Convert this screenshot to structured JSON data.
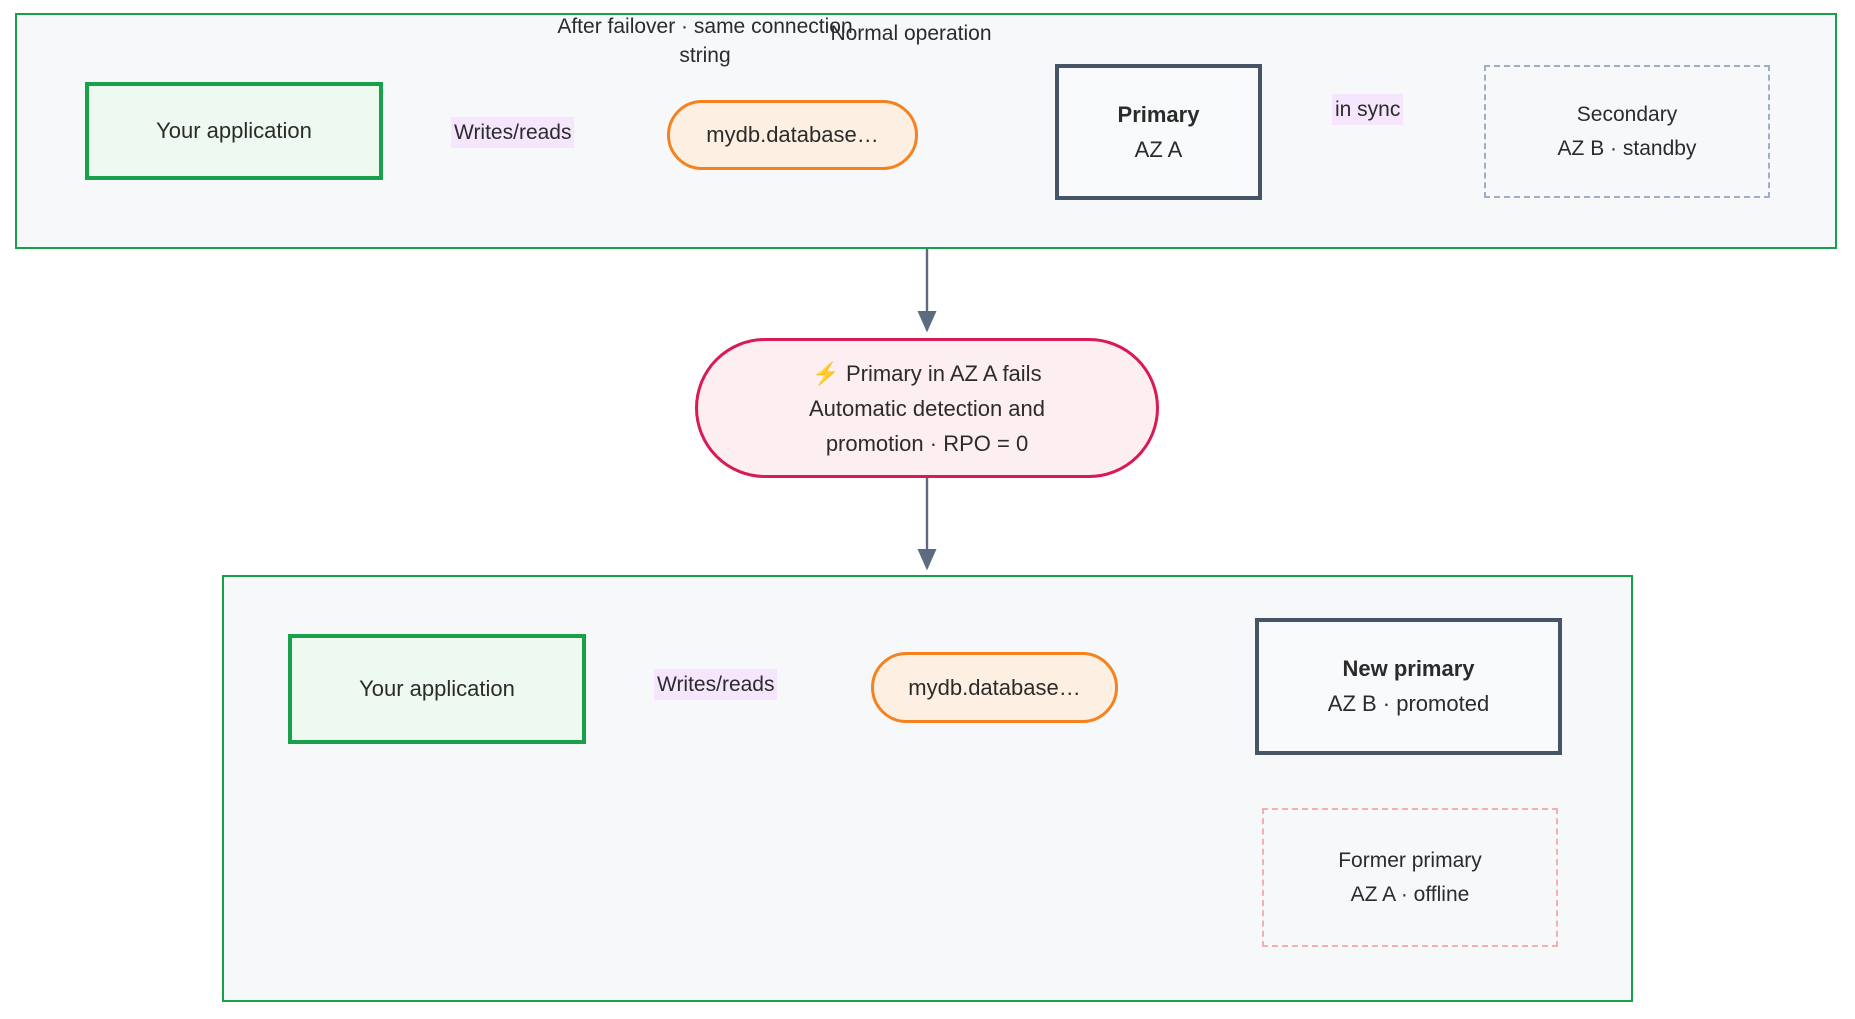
{
  "diagram": {
    "type": "flowchart",
    "title_visible": false
  },
  "clusters": {
    "normal": {
      "label": "Normal operation",
      "border_color": "#19a04b",
      "fill": "#f6f8fa"
    },
    "failover": {
      "label": "After failover · same connection\nstring",
      "border_color": "#19a04b",
      "fill": "#f6f8fa"
    }
  },
  "nodes": {
    "app_top": {
      "label": "Your application",
      "border_color": "#19a04b",
      "fill": "#eefaf0"
    },
    "endpoint_top": {
      "label": "mydb.database…",
      "border_color": "#f5821f",
      "fill": "#fdf0e2"
    },
    "primary_top": {
      "title": "Primary",
      "subtitle": "AZ A",
      "border_color": "#455467",
      "fill": "#f8fafb"
    },
    "secondary_top": {
      "title": "Secondary",
      "subtitle": "AZ B · standby",
      "border_color": "#9fb0c6",
      "style": "dashed"
    },
    "failure": {
      "icon": "lightning-bolt-icon",
      "icon_glyph": "⚡",
      "line1": "Primary in AZ A fails",
      "line2": "Automatic detection and",
      "line3": "promotion · RPO = 0",
      "border_color": "#d81b52",
      "fill": "#fdeef1"
    },
    "app_bottom": {
      "label": "Your application",
      "border_color": "#19a04b",
      "fill": "#eefaf0"
    },
    "endpoint_bottom": {
      "label": "mydb.database…",
      "border_color": "#f5821f",
      "fill": "#fdf0e2"
    },
    "new_primary": {
      "title": "New primary",
      "subtitle": "AZ B · promoted",
      "border_color": "#455467",
      "fill": "#f8fafb"
    },
    "former_primary": {
      "title": "Former primary",
      "subtitle": "AZ A · offline",
      "border_color": "#f3b0b0",
      "style": "dashed"
    }
  },
  "edges": {
    "writes_reads_top": {
      "label": "Writes/reads",
      "highlight": "#f6e6fd"
    },
    "in_sync": {
      "label": "in sync",
      "highlight": "#f6e6fd",
      "style": "dotted"
    },
    "writes_reads_bottom": {
      "label": "Writes/reads",
      "highlight": "#f6e6fd"
    }
  },
  "colors": {
    "arrow": "#5c6b80",
    "text": "#2b2b2b",
    "panel_bg": "#f6f8fa",
    "green": "#19a04b",
    "orange": "#f5821f",
    "slate": "#455467",
    "crimson": "#d81b52"
  }
}
